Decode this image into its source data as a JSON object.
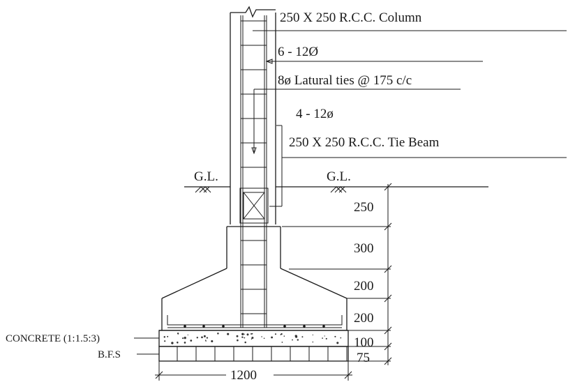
{
  "labels": {
    "column": "250 X 250 R.C.C. Column",
    "main_bars": "6 - 12Ø",
    "ties": "8ø Latural ties @ 175 c/c",
    "beam_bars": "4 - 12ø",
    "tie_beam": "250 X 250 R.C.C. Tie Beam",
    "gl_left": "G.L.",
    "gl_right": "G.L.",
    "concrete": "CONCRETE (1:1.5:3)",
    "bfs": "B.F.S"
  },
  "dimensions": {
    "d1": "250",
    "d2": "300",
    "d3": "200",
    "d4": "200",
    "d5": "100",
    "d6": "75",
    "width": "1200"
  }
}
